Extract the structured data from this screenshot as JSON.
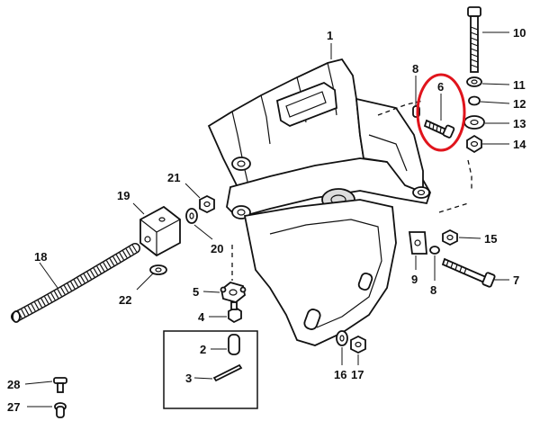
{
  "diagram": {
    "highlight_color": "#e0141c",
    "line_color": "#111111",
    "callouts": {
      "n1": "1",
      "n2": "2",
      "n3": "3",
      "n4": "4",
      "n5": "5",
      "n6": "6",
      "n7": "7",
      "n8a": "8",
      "n8b": "8",
      "n9": "9",
      "n10": "10",
      "n11": "11",
      "n12": "12",
      "n13": "13",
      "n14": "14",
      "n15": "15",
      "n16": "16",
      "n17": "17",
      "n18": "18",
      "n19": "19",
      "n20": "20",
      "n21": "21",
      "n22": "22",
      "n27": "27",
      "n28": "28"
    }
  }
}
